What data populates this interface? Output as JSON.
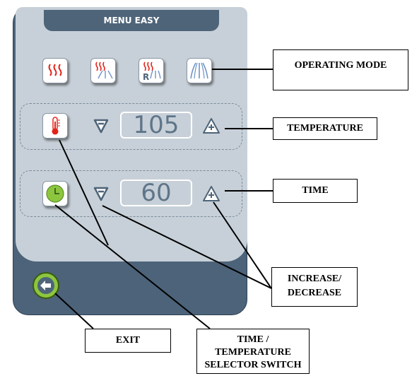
{
  "menu_title": "MENU EASY",
  "temperature_value": "105",
  "time_value": "60",
  "labels": {
    "operating_mode": "OPERATING MODE",
    "temperature": "TEMPERATURE",
    "time": "TIME",
    "increase_decrease_line1": "INCREASE/",
    "increase_decrease_line2": "DECREASE",
    "exit": "EXIT",
    "selector_line1": "TIME /",
    "selector_line2": "TEMPERATURE",
    "selector_line3": "SELECTOR SWITCH"
  },
  "mode_buttons": [
    {
      "icon": "convection-heat-icon"
    },
    {
      "icon": "combi-heat-steam-icon"
    },
    {
      "icon": "regeneration-icon"
    },
    {
      "icon": "steam-icon"
    }
  ],
  "colors": {
    "panel_dark": "#4c637a",
    "panel_light": "#c7d0d8",
    "heat_red": "#e2231a",
    "steam_blue": "#6f94c8",
    "clock_green": "#8cc63f",
    "value_text": "#5f7589"
  }
}
